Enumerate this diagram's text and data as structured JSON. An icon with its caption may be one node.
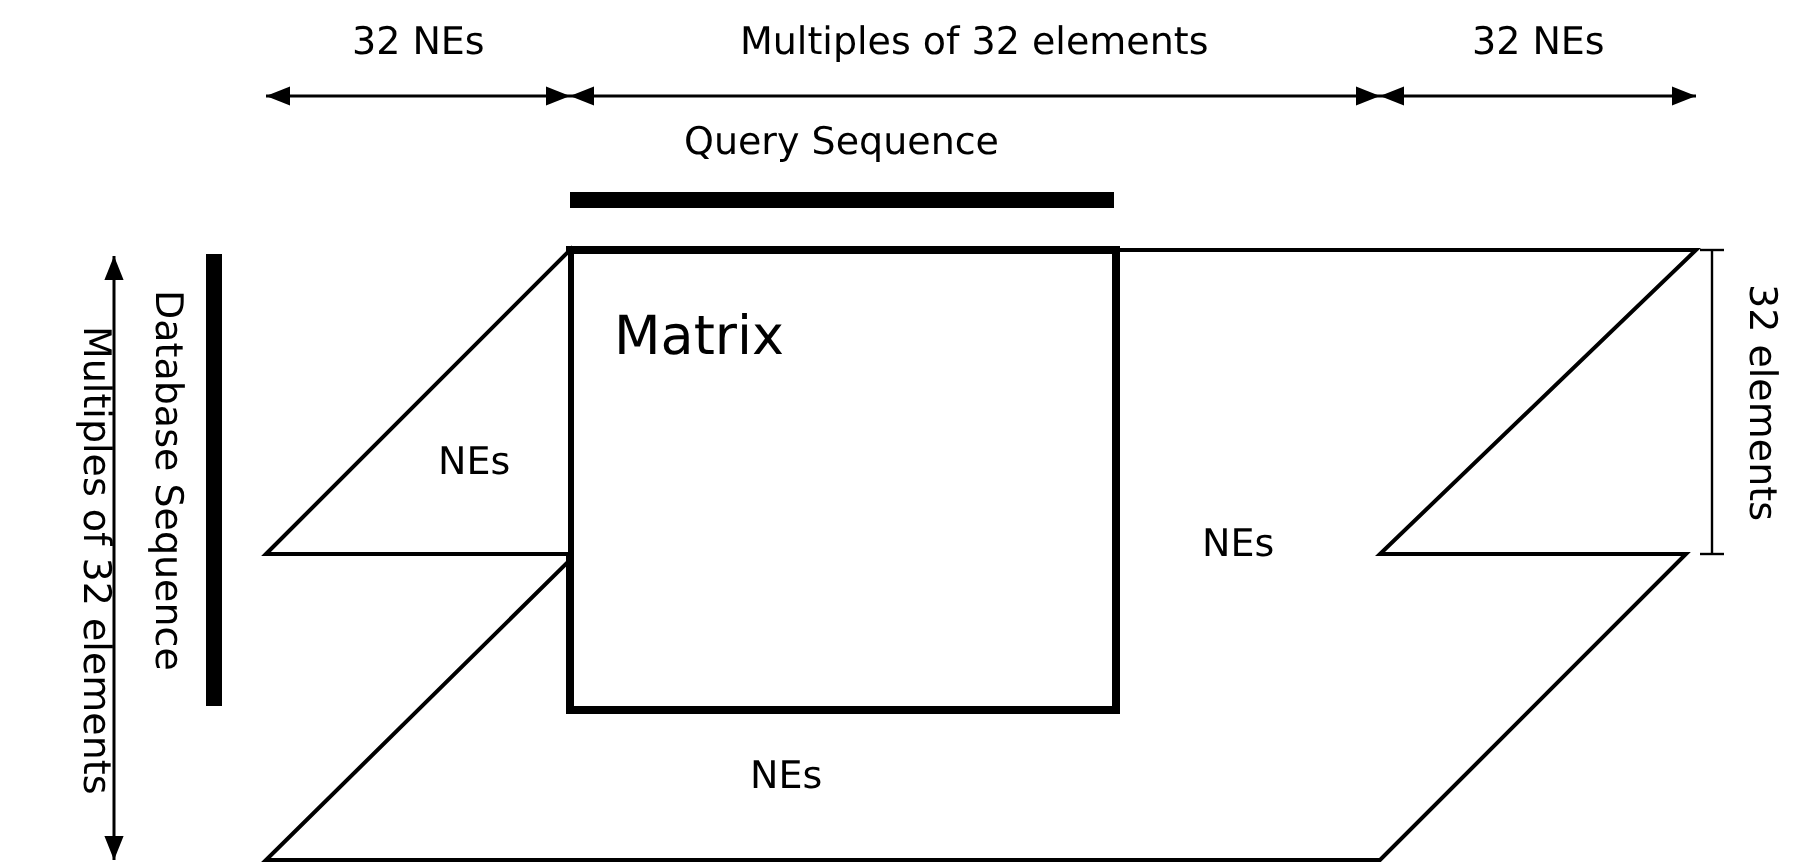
{
  "diagram": {
    "nodes": [
      {
        "text": [
          "Matrix"
        ],
        "in": 2
      },
      {
        "text": [
          "NEs"
        ]
      },
      {
        "text": [
          "NEs",
          "NEs"
        ]
      }
    ],
    "labels": [
      "32 NEs",
      "Multiples of 32 elements",
      "32 NEs",
      "Query Sequence",
      "Database Sequence",
      "Multiples of 32 elements",
      "32 elements"
    ]
  }
}
